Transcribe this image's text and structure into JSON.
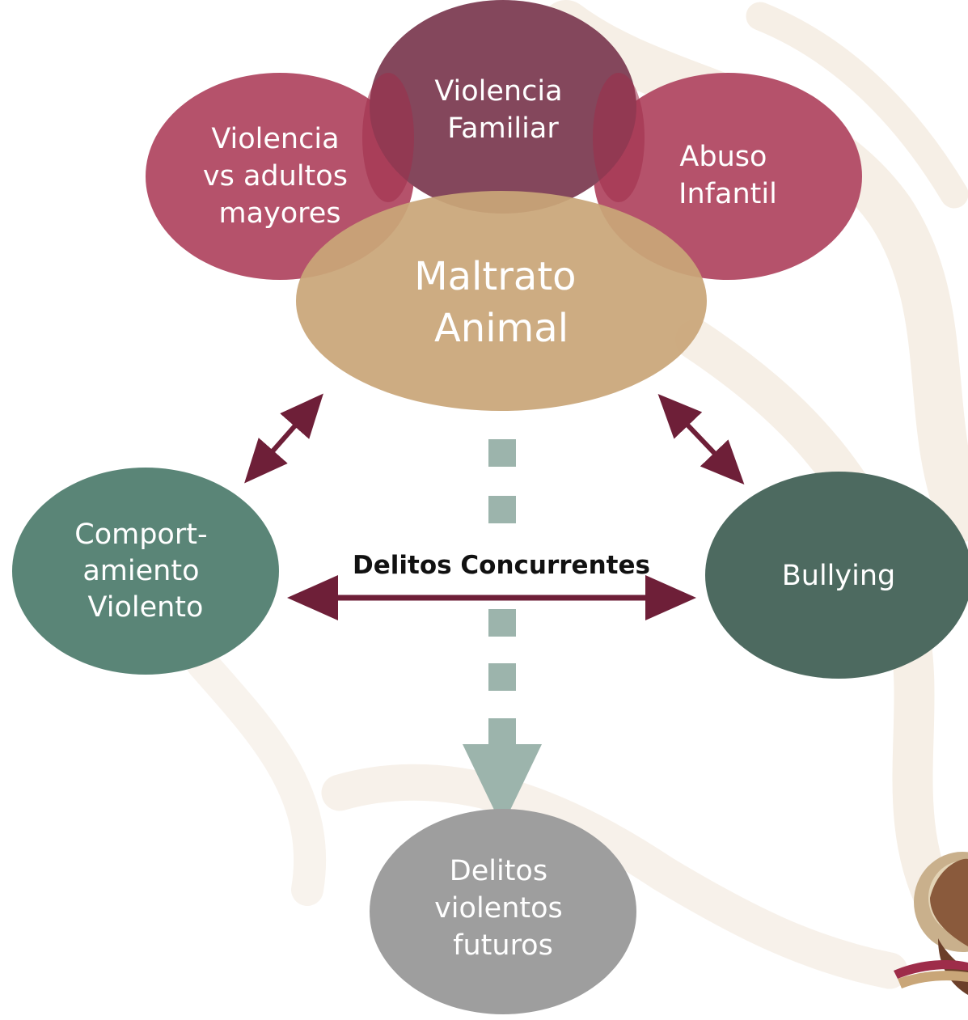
{
  "nodes": {
    "elder": {
      "lines": [
        "Violencia",
        "vs adultos",
        "mayores"
      ],
      "color": "#b5526b"
    },
    "family": {
      "lines": [
        "Violencia",
        "Familiar"
      ],
      "color": "#84475c"
    },
    "child": {
      "lines": [
        "Abuso",
        "Infantil"
      ],
      "color": "#b5526b"
    },
    "animal": {
      "lines": [
        "Maltrato",
        "Animal"
      ],
      "color": "#c9a678"
    },
    "violent": {
      "lines": [
        "Comport-",
        "amiento",
        "Violento"
      ],
      "color": "#5a8577"
    },
    "bullying": {
      "lines": [
        "Bullying"
      ],
      "color": "#4d6a60"
    },
    "future": {
      "lines": [
        "Delitos",
        "violentos",
        "futuros"
      ],
      "color": "#9e9e9e"
    }
  },
  "concurrent_label": "Delitos Concurrentes",
  "colors": {
    "arrow": "#6e1f38",
    "dash": "#9cb4ac",
    "watermark": "#f6efe6"
  },
  "icons": {
    "emblem": "revolutionary-figure-icon"
  }
}
